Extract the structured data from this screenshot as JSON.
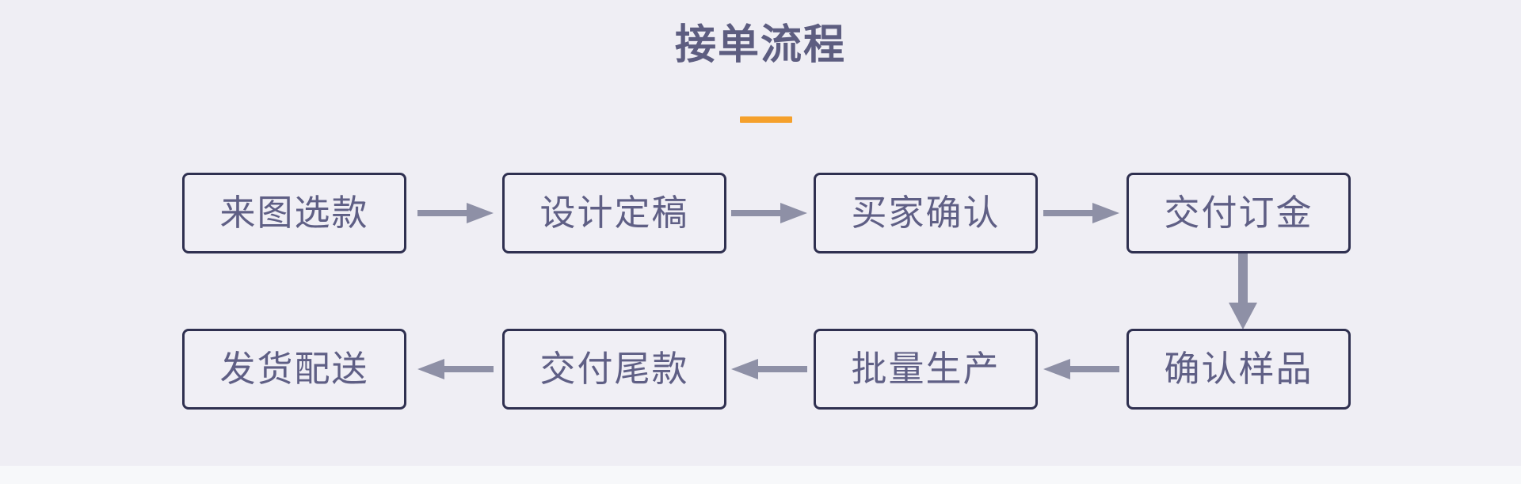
{
  "page": {
    "background_color": "#EFEEF4",
    "footer_background_color": "#F7F8FA"
  },
  "header": {
    "title": "接单流程",
    "title_color": "#5D5D80",
    "accent_color": "#F5A02B"
  },
  "diagram": {
    "type": "flowchart",
    "node_border_color": "#2F3050",
    "node_fill_color": "#F0EFF5",
    "node_text_color": "#5F5F85",
    "arrow_color": "#8E90A6",
    "rows": [
      {
        "direction": "left-to-right",
        "nodes": [
          {
            "label": "来图选款"
          },
          {
            "label": "设计定稿"
          },
          {
            "label": "买家确认"
          },
          {
            "label": "交付订金"
          }
        ]
      },
      {
        "direction": "right-to-left",
        "nodes": [
          {
            "label": "发货配送"
          },
          {
            "label": "交付尾款"
          },
          {
            "label": "批量生产"
          },
          {
            "label": "确认样品"
          }
        ]
      }
    ],
    "connectors": [
      {
        "name": "arrow-right-1",
        "glyph": "→"
      },
      {
        "name": "arrow-right-2",
        "glyph": "→"
      },
      {
        "name": "arrow-right-3",
        "glyph": "→"
      },
      {
        "name": "arrow-down-1",
        "glyph": "↓"
      },
      {
        "name": "arrow-left-1",
        "glyph": "←"
      },
      {
        "name": "arrow-left-2",
        "glyph": "←"
      },
      {
        "name": "arrow-left-3",
        "glyph": "←"
      }
    ],
    "sequence": [
      "来图选款",
      "设计定稿",
      "买家确认",
      "交付订金",
      "确认样品",
      "批量生产",
      "交付尾款",
      "发货配送"
    ]
  }
}
